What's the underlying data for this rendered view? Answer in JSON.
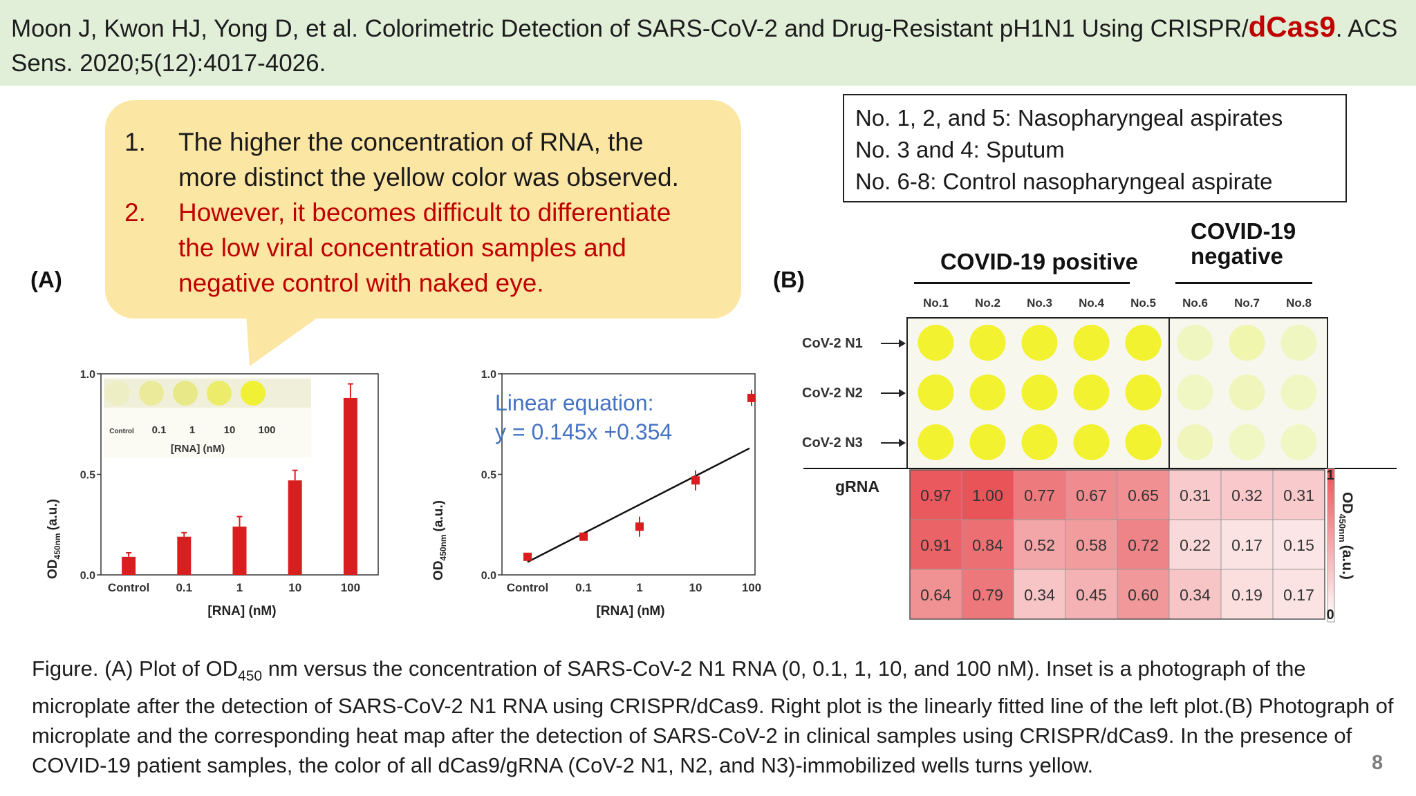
{
  "header": {
    "citation_before": "Moon J, Kwon HJ, Yong D, et al. Colorimetric Detection of SARS-CoV-2 and Drug-Resistant pH1N1 Using CRISPR/",
    "citation_highlight": "dCas9",
    "citation_after": ". ACS Sens. 2020;5(12):4017-4026."
  },
  "callout": {
    "point1_num": "1.",
    "point1_text": "The higher the concentration of RNA, the more distinct the yellow color was observed.",
    "point2_num": "2.",
    "point2_text": "However, it becomes difficult to differentiate the low viral concentration samples and negative control with naked eye."
  },
  "panels": {
    "a_label": "(A)",
    "b_label": "(B)"
  },
  "sample_legend": {
    "line1": "No. 1, 2, and 5: Nasopharyngeal aspirates",
    "line2": "No. 3 and 4:  Sputum",
    "line3": "No. 6-8: Control nasopharyngeal aspirate"
  },
  "groups": {
    "positive": "COVID-19 positive",
    "negative_line1": "COVID-19",
    "negative_line2": "negative"
  },
  "colors": {
    "bar": "#d81e1e",
    "citation_highlight": "#c00000",
    "callout_bg": "#fce6a4",
    "header_bg": "#e1efd9",
    "equation": "#4472c4",
    "well_yellow": "#f2f230"
  },
  "chart_data": [
    {
      "type": "bar",
      "categories": [
        "Control",
        "0.1",
        "1",
        "10",
        "100"
      ],
      "values": [
        0.09,
        0.19,
        0.24,
        0.47,
        0.88
      ],
      "errors": [
        0.02,
        0.02,
        0.05,
        0.05,
        0.07
      ],
      "xlabel": "[RNA] (nM)",
      "ylabel_main": "OD",
      "ylabel_sub": "450nm",
      "ylabel_unit": "(a.u.)",
      "ylim": [
        0,
        1.0
      ],
      "yticks": [
        "0.0",
        "0.5",
        "1.0"
      ],
      "inset": {
        "labels": [
          "Control",
          "0.1",
          "1",
          "10",
          "100"
        ],
        "xlabel": "[RNA] (nM)"
      }
    },
    {
      "type": "scatter",
      "categories": [
        "Control",
        "0.1",
        "1",
        "10",
        "100"
      ],
      "values": [
        0.09,
        0.19,
        0.24,
        0.47,
        0.88
      ],
      "errors": [
        0.02,
        0.02,
        0.05,
        0.05,
        0.04
      ],
      "fit_line": {
        "slope": 0.145,
        "intercept": 0.354
      },
      "equation_line1": "Linear equation:",
      "equation_line2": "y = 0.145x +0.354",
      "xlabel": "[RNA] (nM)",
      "ylabel_main": "OD",
      "ylabel_sub": "450nm",
      "ylabel_unit": "(a.u.)",
      "ylim": [
        0,
        1.0
      ],
      "yticks": [
        "0.0",
        "0.5",
        "1.0"
      ]
    },
    {
      "type": "heatmap",
      "columns": [
        "No.1",
        "No.2",
        "No.3",
        "No.4",
        "No.5",
        "No.6",
        "No.7",
        "No.8"
      ],
      "rows": [
        "CoV-2 N1",
        "CoV-2 N2",
        "CoV-2 N3"
      ],
      "row_group_label": "gRNA",
      "values": [
        [
          "0.97",
          "1.00",
          "0.77",
          "0.67",
          "0.65",
          "0.31",
          "0.32",
          "0.31"
        ],
        [
          "0.91",
          "0.84",
          "0.52",
          "0.58",
          "0.72",
          "0.22",
          "0.17",
          "0.15"
        ],
        [
          "0.64",
          "0.79",
          "0.34",
          "0.45",
          "0.60",
          "0.34",
          "0.19",
          "0.17"
        ]
      ],
      "colorbar_max": "1",
      "colorbar_min": "0",
      "colorbar_label_main": "OD",
      "colorbar_label_sub": "450nm",
      "colorbar_label_unit": "(a.u.)",
      "well_intensity": [
        [
          1,
          1,
          1,
          1,
          1,
          0.12,
          0.22,
          0.12
        ],
        [
          1,
          1,
          1,
          1,
          1,
          0.1,
          0.14,
          0.1
        ],
        [
          1,
          1,
          1,
          1,
          1,
          0.14,
          0.1,
          0.1
        ]
      ]
    }
  ],
  "caption": {
    "part1": "Figure. (A) Plot of OD",
    "sub": "450",
    "part2": " nm versus the concentration of SARS-CoV-2 N1 RNA (0, 0.1, 1, 10, and 100 nM). Inset is a photograph of the microplate after the detection of SARS-CoV-2 N1 RNA using CRISPR/dCas9. Right plot is the linearly fitted line of the left plot.(B) Photograph of microplate and the corresponding heat map after the detection of SARS-CoV-2 in clinical samples using CRISPR/dCas9. In the presence of COVID-19 patient samples, the color of all dCas9/gRNA (CoV-2 N1, N2, and N3)-immobilized wells turns yellow."
  },
  "page_number": "8"
}
